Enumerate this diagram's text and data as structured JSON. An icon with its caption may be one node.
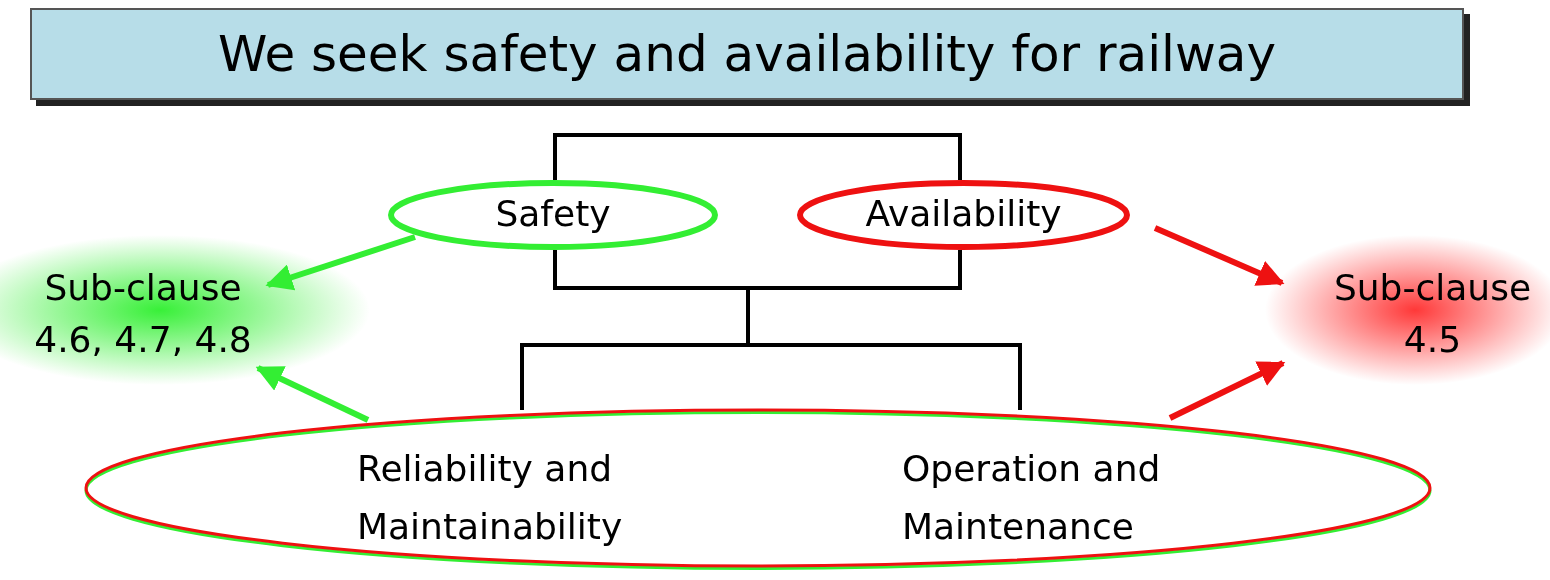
{
  "diagram": {
    "title": "We seek safety and availability for railway",
    "nodes": [
      {
        "text": [
          "Safety"
        ]
      },
      {
        "text": [
          "Availability"
        ]
      },
      {
        "text": [
          "Sub-clause 4.6, 4.7, 4.8"
        ]
      },
      {
        "text": [
          "Sub-clause 4.5"
        ]
      },
      {
        "text": [
          "Reliability and Maintainability",
          "Operation and Maintenance"
        ]
      }
    ],
    "edges": [
      {
        "from": 0,
        "to": 2,
        "arrow": "to",
        "color": "#33ee33"
      },
      {
        "from": 1,
        "to": 3,
        "arrow": "to",
        "color": "#ee1111"
      },
      {
        "from": 4,
        "to": 2,
        "arrow": "to",
        "color": "#33ee33"
      },
      {
        "from": 4,
        "to": 3,
        "arrow": "to",
        "color": "#ee1111"
      },
      {
        "from": 0,
        "to": 1,
        "arrow": "none",
        "color": "#000000"
      },
      {
        "from": 0,
        "to": 4,
        "arrow": "none",
        "color": "#000000"
      },
      {
        "from": 1,
        "to": 4,
        "arrow": "none",
        "color": "#000000"
      }
    ]
  }
}
